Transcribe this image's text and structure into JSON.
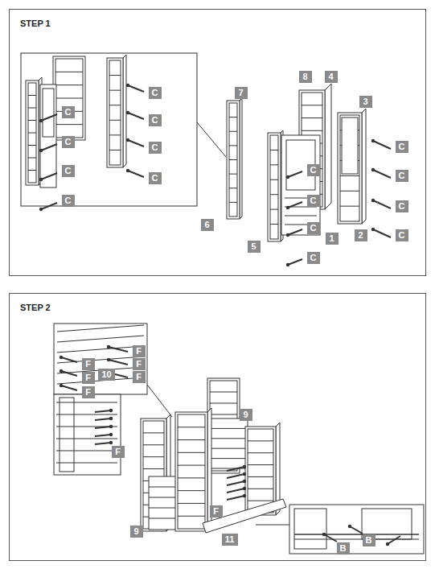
{
  "diagram": {
    "nodes": [
      {
        "text": [
          "STEP 1"
        ]
      },
      {
        "text": [
          "C"
        ],
        "in": 0
      },
      {
        "text": [
          "C"
        ],
        "in": 0
      },
      {
        "text": [
          "C"
        ],
        "in": 0
      },
      {
        "text": [
          "C"
        ],
        "in": 0
      },
      {
        "text": [
          "C"
        ],
        "in": 0
      },
      {
        "text": [
          "C"
        ],
        "in": 0
      },
      {
        "text": [
          "C"
        ],
        "in": 0
      },
      {
        "text": [
          "C"
        ],
        "in": 0
      },
      {
        "text": [
          "7"
        ],
        "in": 0
      },
      {
        "text": [
          "8"
        ],
        "in": 0
      },
      {
        "text": [
          "4"
        ],
        "in": 0
      },
      {
        "text": [
          "3"
        ],
        "in": 0
      },
      {
        "text": [
          "C"
        ],
        "in": 0
      },
      {
        "text": [
          "C"
        ],
        "in": 0
      },
      {
        "text": [
          "C"
        ],
        "in": 0
      },
      {
        "text": [
          "C"
        ],
        "in": 0
      },
      {
        "text": [
          "C"
        ],
        "in": 0
      },
      {
        "text": [
          "C"
        ],
        "in": 0
      },
      {
        "text": [
          "C"
        ],
        "in": 0
      },
      {
        "text": [
          "C"
        ],
        "in": 0
      },
      {
        "text": [
          "6"
        ],
        "in": 0
      },
      {
        "text": [
          "1"
        ],
        "in": 0
      },
      {
        "text": [
          "5"
        ],
        "in": 0
      },
      {
        "text": [
          "2"
        ],
        "in": 0
      },
      {
        "text": [
          "STEP 2"
        ]
      },
      {
        "text": [
          "F"
        ],
        "in": 25
      },
      {
        "text": [
          "F"
        ],
        "in": 25
      },
      {
        "text": [
          "F"
        ],
        "in": 25
      },
      {
        "text": [
          "F"
        ],
        "in": 25
      },
      {
        "text": [
          "10"
        ],
        "in": 25
      },
      {
        "text": [
          "F"
        ],
        "in": 25
      },
      {
        "text": [
          "F"
        ],
        "in": 25
      },
      {
        "text": [
          "9"
        ],
        "in": 25
      },
      {
        "text": [
          "F"
        ],
        "in": 25
      },
      {
        "text": [
          "F"
        ],
        "in": 25
      },
      {
        "text": [
          "9"
        ],
        "in": 25
      },
      {
        "text": [
          "11"
        ],
        "in": 25
      },
      {
        "text": [
          "B"
        ],
        "in": 25
      },
      {
        "text": [
          "B"
        ],
        "in": 25
      }
    ]
  }
}
